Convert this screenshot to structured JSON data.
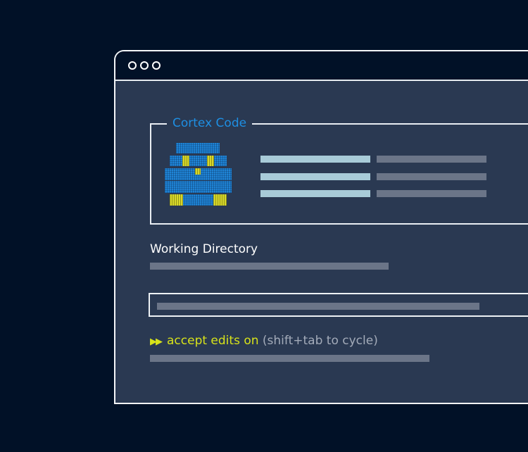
{
  "window": {
    "controls": [
      "dot",
      "dot",
      "dot"
    ]
  },
  "panel": {
    "title": "Cortex Code",
    "logo_icon": "cortex-logo-icon",
    "info_rows": 3
  },
  "working_directory": {
    "label": "Working Directory"
  },
  "input": {
    "placeholder": ""
  },
  "mode": {
    "icon": "▶▶",
    "status": "accept edits on",
    "hint": "(shift+tab to cycle)"
  },
  "colors": {
    "background": "#011127",
    "panel": "#2a3952",
    "accent_blue": "#1e8fe3",
    "accent_yellow": "#d7e21a",
    "bar_light": "#a8cbd8",
    "bar_gray": "#6b7588"
  }
}
